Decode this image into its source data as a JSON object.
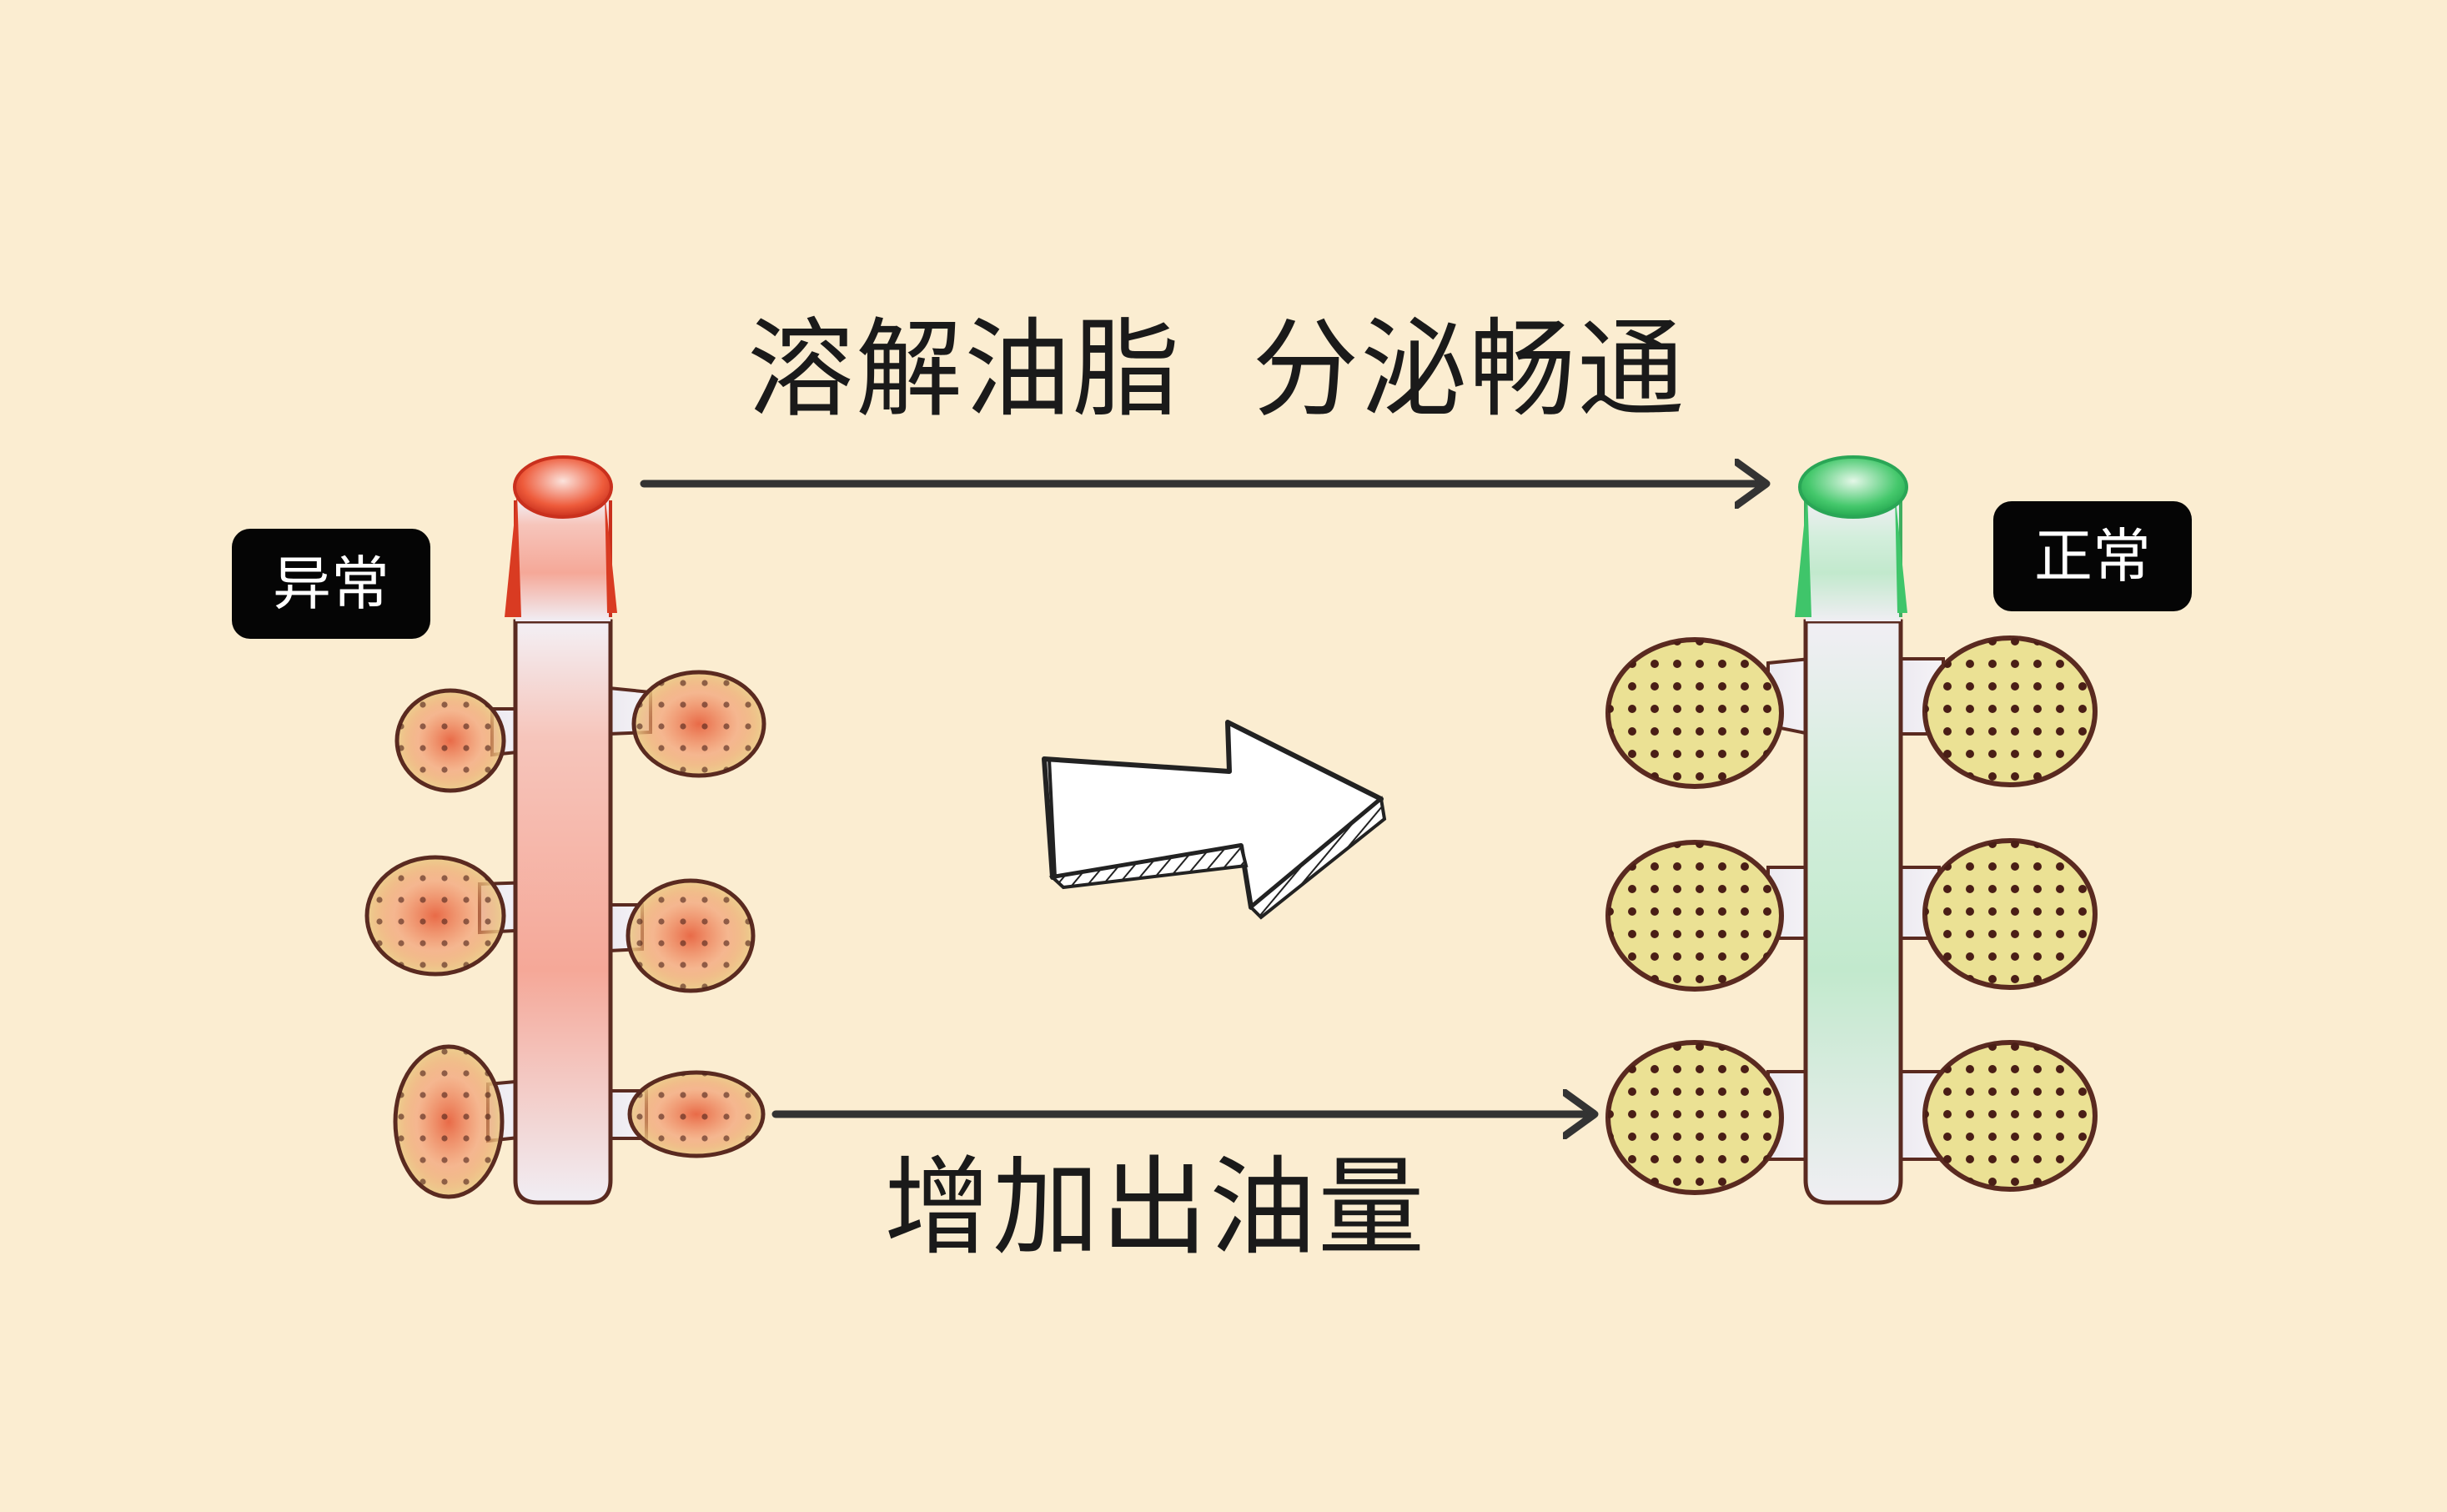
{
  "captions": {
    "top": "溶解油脂  分泌畅通",
    "bottom": "增加出油量"
  },
  "badges": {
    "abnormal": "异常",
    "normal": "正常"
  },
  "colors": {
    "background": "#fbedd1",
    "abnormal_accent": "#e8522f",
    "normal_accent": "#3fc56a",
    "outline": "#5a2a20",
    "dot": "#4a1e16"
  },
  "icons": {
    "transition": "hand-drawn-arrow-icon"
  }
}
